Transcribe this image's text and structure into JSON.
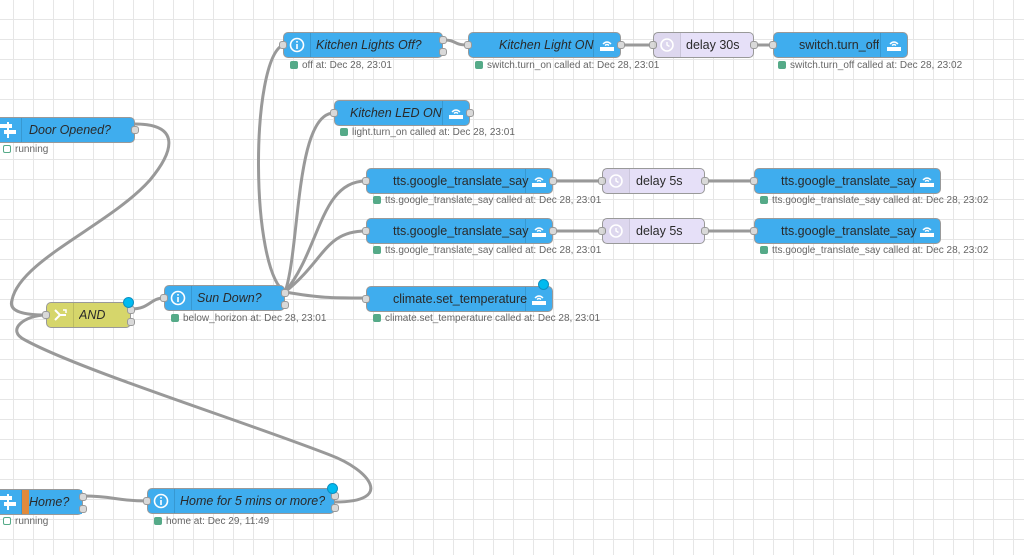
{
  "nodes": {
    "door_opened": {
      "label": "Door Opened?",
      "status": "running"
    },
    "home": {
      "label": "Home?",
      "status": "running"
    },
    "and_gate": {
      "label": "AND"
    },
    "sun_down": {
      "label": "Sun Down?",
      "status": "below_horizon at: Dec 28, 23:01"
    },
    "home_5min": {
      "label": "Home for 5 mins or more?",
      "status": "home at: Dec 29, 11:49"
    },
    "kitchen_lights_off": {
      "label": "Kitchen Lights Off?",
      "status": "off at: Dec 28, 23:01"
    },
    "kitchen_light_on": {
      "label": "Kitchen Light ON",
      "status": "switch.turn_on called at: Dec 28, 23:01"
    },
    "delay_30s": {
      "label": "delay 30s"
    },
    "switch_turn_off": {
      "label": "switch.turn_off",
      "status": "switch.turn_off called at: Dec 28, 23:02"
    },
    "kitchen_led_on": {
      "label": "Kitchen LED ON",
      "status": "light.turn_on called at: Dec 28, 23:01"
    },
    "tts1": {
      "label": "tts.google_translate_say",
      "status": "tts.google_translate_say called at: Dec 28, 23:01"
    },
    "delay_5s_1": {
      "label": "delay 5s"
    },
    "tts2": {
      "label": "tts.google_translate_say",
      "status": "tts.google_translate_say called at: Dec 28, 23:02"
    },
    "tts3": {
      "label": "tts.google_translate_say",
      "status": "tts.google_translate_say called at: Dec 28, 23:01"
    },
    "delay_5s_2": {
      "label": "delay 5s"
    },
    "tts4": {
      "label": "tts.google_translate_say",
      "status": "tts.google_translate_say called at: Dec 28, 23:02"
    },
    "climate": {
      "label": "climate.set_temperature",
      "status": "climate.set_temperature called at: Dec 28, 23:01"
    }
  },
  "colors": {
    "node_blue": "#3fadee",
    "node_yellow": "#d6d66b",
    "node_lavender": "#e6e0f8",
    "node_orange": "#e08a3c",
    "status_green": "#55aa88",
    "changed_dot": "#00bbf0",
    "wire": "#999999"
  },
  "icons": {
    "state": "info-icon",
    "action": "wifi-router-icon",
    "delay": "timer-icon",
    "event": "signpost-icon",
    "gate": "switch-icon"
  }
}
